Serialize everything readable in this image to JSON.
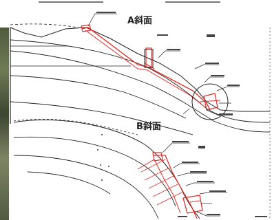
{
  "sections": [
    {
      "id": "A",
      "title": "A斜面"
    },
    {
      "id": "B",
      "title": "B斜面"
    }
  ],
  "colors": {
    "line": "#222222",
    "red": "#e0302a",
    "photo": "#56603f"
  }
}
